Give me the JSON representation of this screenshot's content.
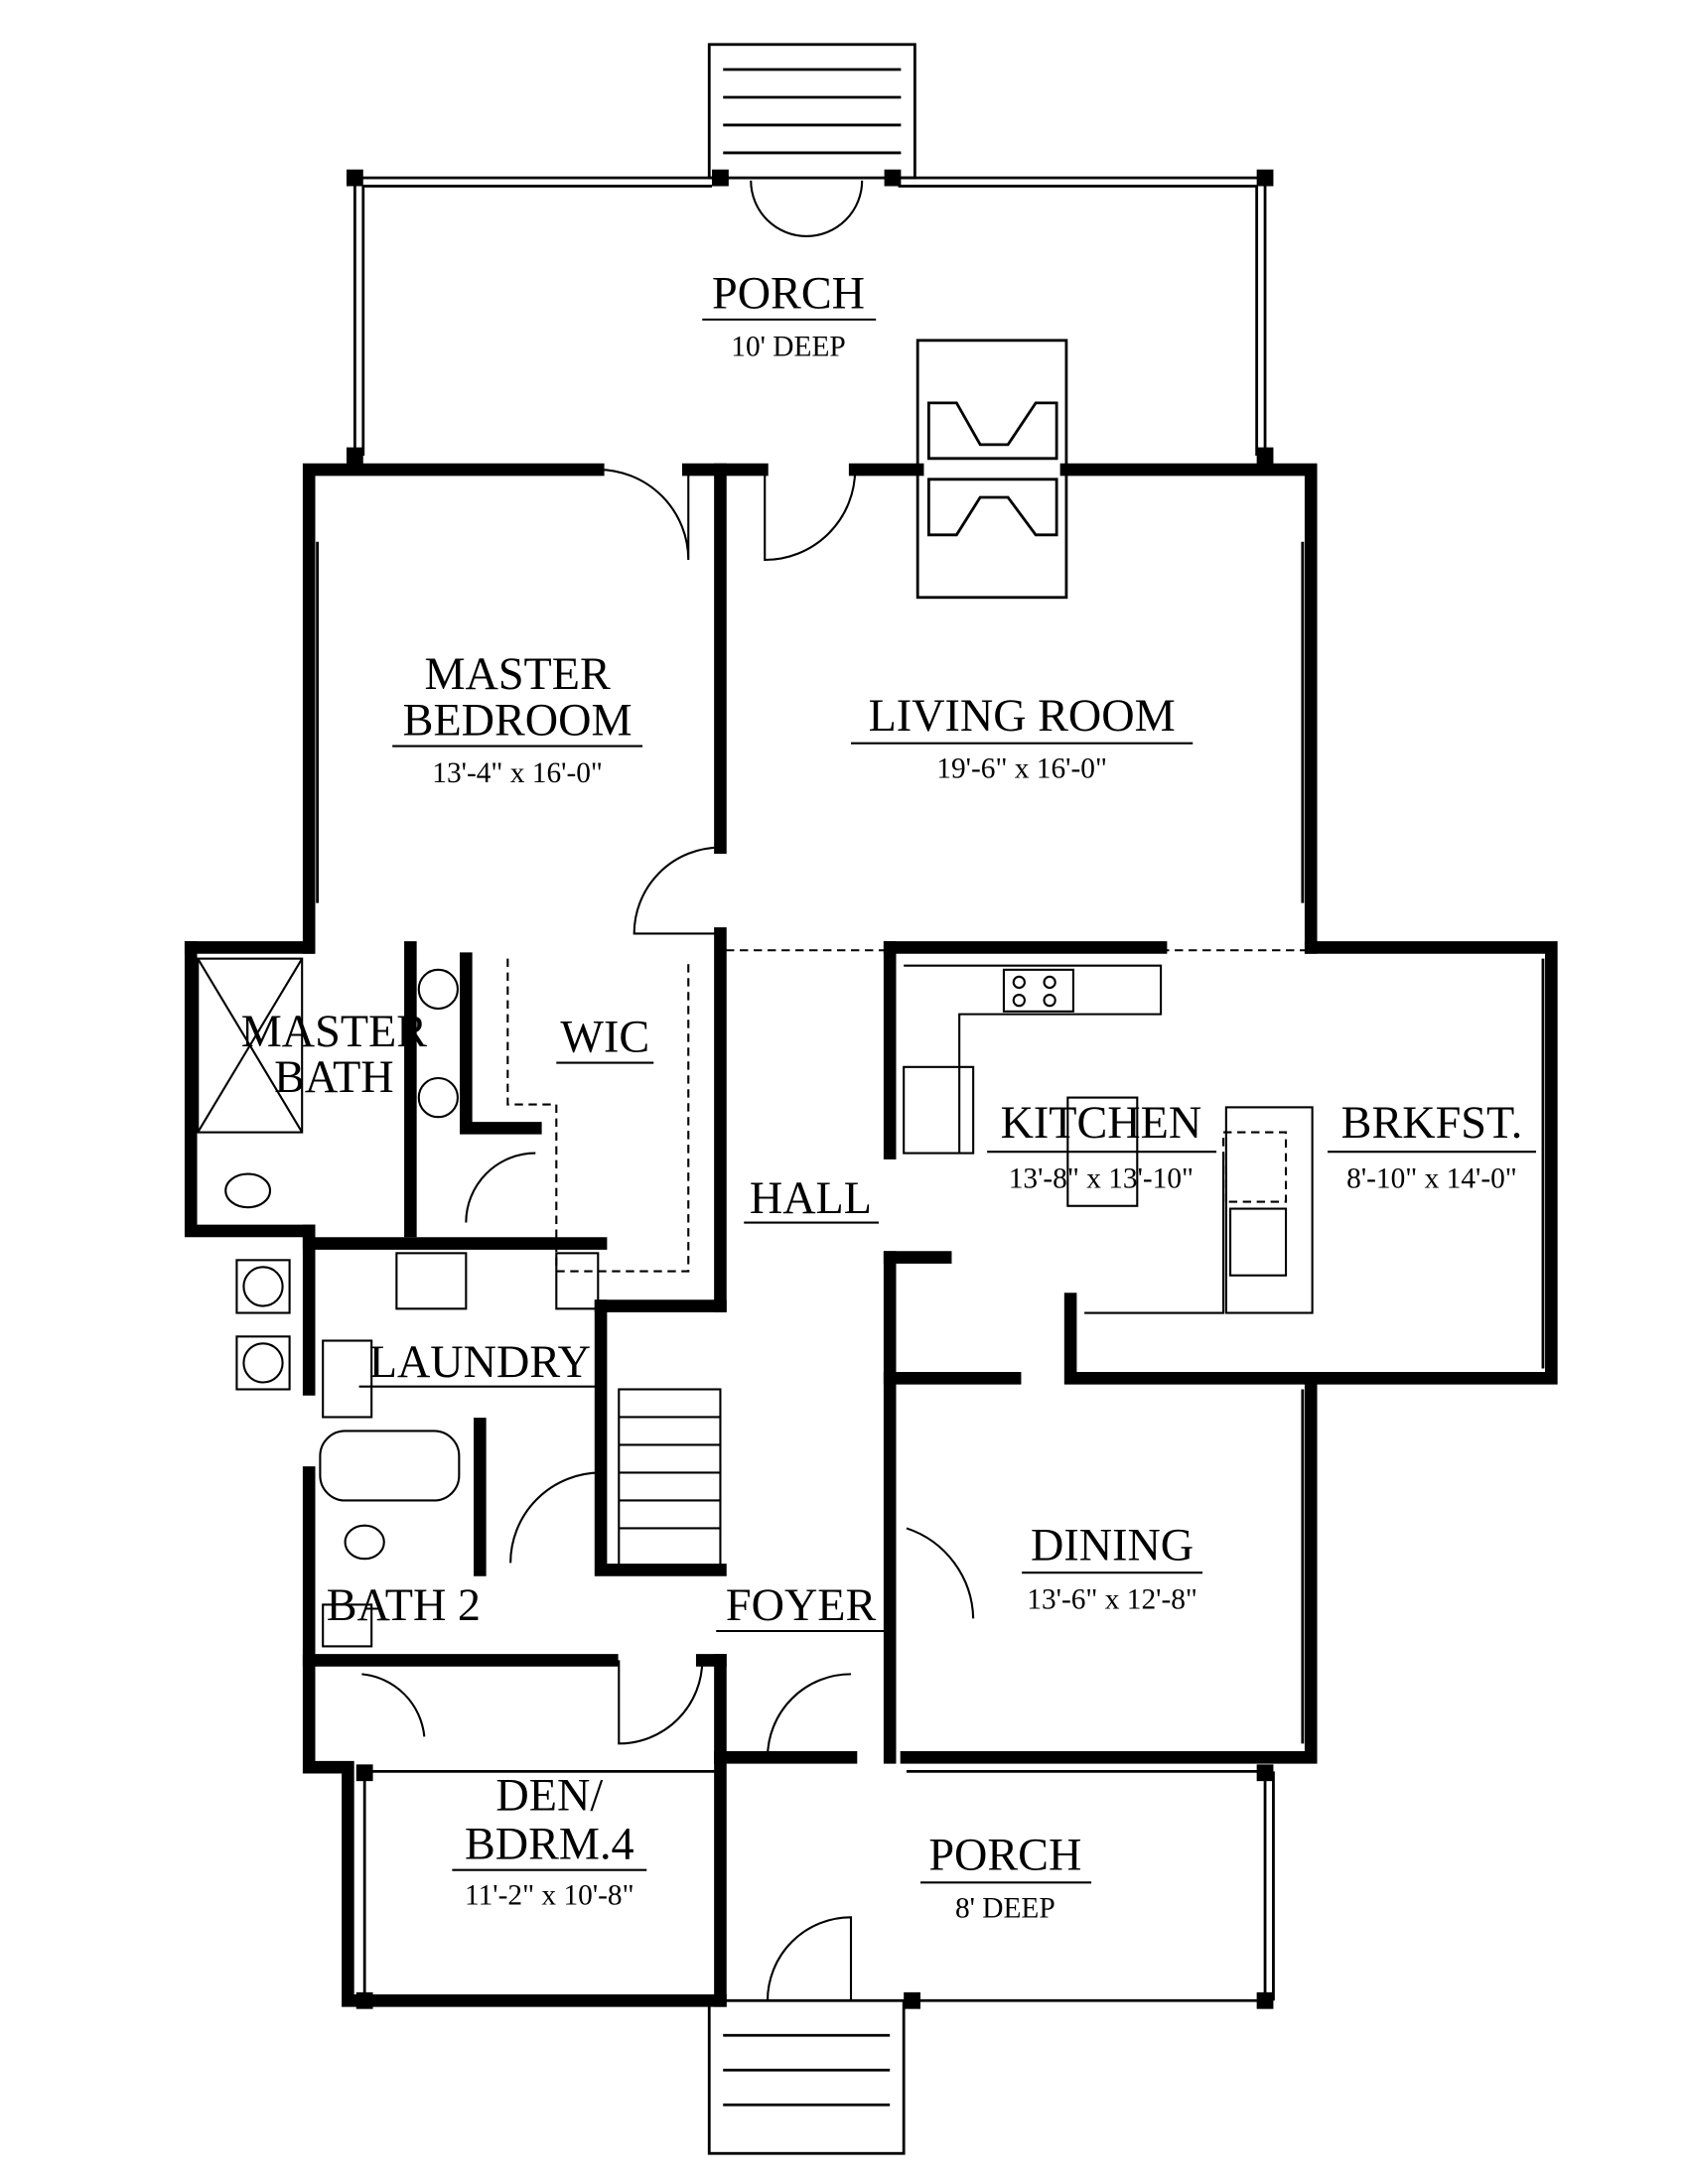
{
  "rooms": {
    "porch_rear": {
      "name": "PORCH",
      "dims": "10' DEEP"
    },
    "master_bedroom": {
      "name_line1": "MASTER",
      "name_line2": "BEDROOM",
      "dims": "13'-4\" x 16'-0\""
    },
    "living_room": {
      "name": "LIVING ROOM",
      "dims": "19'-6\" x 16'-0\""
    },
    "master_bath": {
      "name_line1": "MASTER",
      "name_line2": "BATH"
    },
    "wic": {
      "name": "WIC"
    },
    "kitchen": {
      "name": "KITCHEN",
      "dims": "13'-8\" x 13'-10\""
    },
    "breakfast": {
      "name": "BRKFST.",
      "dims": "8'-10\" x 14'-0\""
    },
    "hall": {
      "name": "HALL"
    },
    "laundry": {
      "name": "LAUNDRY"
    },
    "dining": {
      "name": "DINING",
      "dims": "13'-6\" x 12'-8\""
    },
    "bath2": {
      "name": "BATH 2"
    },
    "foyer": {
      "name": "FOYER"
    },
    "den": {
      "name_line1": "DEN/",
      "name_line2": "BDRM.4",
      "dims": "11'-2\" x 10'-8\""
    },
    "porch_front": {
      "name": "PORCH",
      "dims": "8' DEEP"
    }
  }
}
